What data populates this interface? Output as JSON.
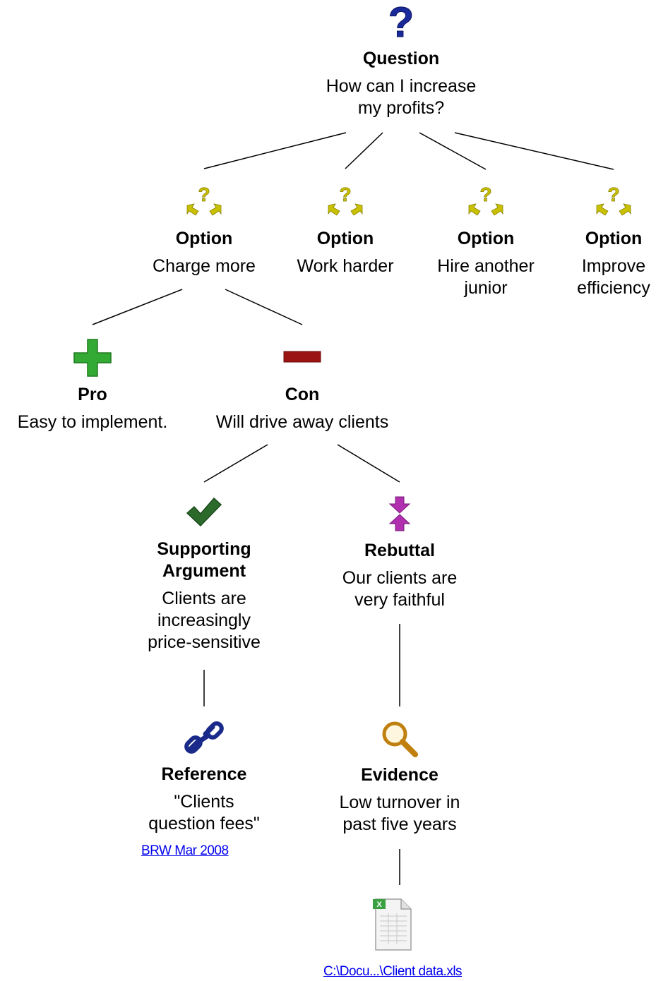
{
  "nodes": {
    "question": {
      "title": "Question",
      "text": "How can I increase\nmy profits?",
      "icon": "question-icon"
    },
    "option1": {
      "title": "Option",
      "text": "Charge more",
      "icon": "option-icon"
    },
    "option2": {
      "title": "Option",
      "text": "Work harder",
      "icon": "option-icon"
    },
    "option3": {
      "title": "Option",
      "text": "Hire another\njunior",
      "icon": "option-icon"
    },
    "option4": {
      "title": "Option",
      "text": "Improve\nefficiency",
      "icon": "option-icon"
    },
    "pro": {
      "title": "Pro",
      "text": "Easy to implement.",
      "icon": "plus-icon"
    },
    "con": {
      "title": "Con",
      "text": "Will drive away clients",
      "icon": "minus-icon"
    },
    "support": {
      "title": "Supporting\nArgument",
      "text": "Clients are\nincreasingly\nprice-sensitive",
      "icon": "checkmark-icon"
    },
    "rebuttal": {
      "title": "Rebuttal",
      "text": "Our clients are\nvery faithful",
      "icon": "rebuttal-icon"
    },
    "reference": {
      "title": "Reference",
      "text": "\"Clients\nquestion fees\"",
      "link": "BRW Mar 2008",
      "icon": "chain-link-icon"
    },
    "evidence": {
      "title": "Evidence",
      "text": "Low turnover in\npast five years",
      "icon": "magnifier-icon"
    },
    "file": {
      "link": "C:\\Docu...\\Client data.xls",
      "icon": "spreadsheet-file-icon"
    }
  },
  "colors": {
    "question": "#1a2a9a",
    "option": "#c8c000",
    "pro": "#2ea82e",
    "con": "#9a1010",
    "check": "#2c6a2c",
    "rebuttal": "#b030b0",
    "reference": "#1a2a8a",
    "evidence": "#c08010",
    "link": "#0000ee"
  }
}
